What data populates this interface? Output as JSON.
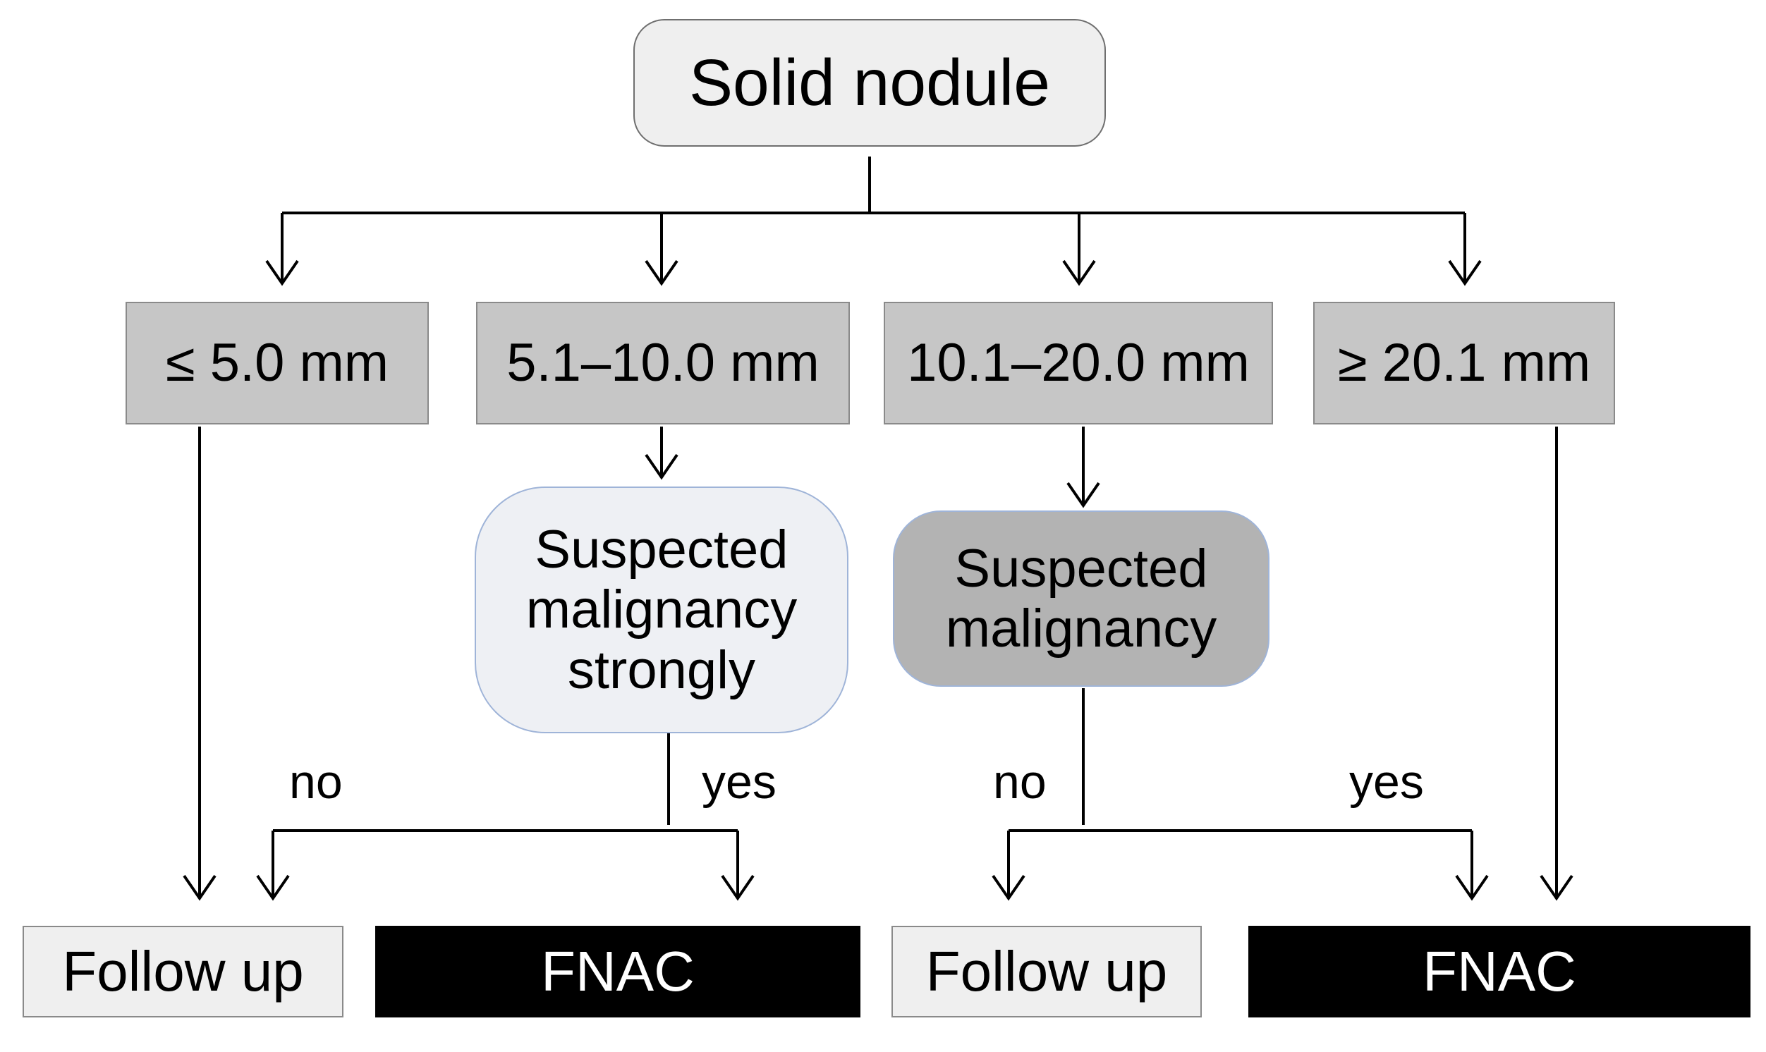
{
  "root": {
    "label": "Solid nodule"
  },
  "size_categories": [
    {
      "label": "≤ 5.0 mm"
    },
    {
      "label": "5.1–10.0 mm"
    },
    {
      "label": "10.1–20.0 mm"
    },
    {
      "label": "≥ 20.1 mm"
    }
  ],
  "decisions": [
    {
      "lines": [
        "Suspected",
        "malignancy",
        "strongly"
      ]
    },
    {
      "lines": [
        "Suspected",
        "malignancy"
      ]
    }
  ],
  "branch_labels": {
    "decision1_no": "no",
    "decision1_yes": "yes",
    "decision2_no": "no",
    "decision2_yes": "yes"
  },
  "outcomes": [
    {
      "label": "Follow up"
    },
    {
      "label": "FNAC"
    },
    {
      "label": "Follow up"
    },
    {
      "label": "FNAC"
    }
  ],
  "colors": {
    "root_fill": "#efefef",
    "size_fill": "#c6c6c6",
    "decision1_fill": "#eef0f4",
    "decision2_fill": "#b3b3b3",
    "decision_border": "#9fb4d8",
    "follow_up_fill": "#efefef",
    "fnac_fill": "#000000",
    "fnac_text": "#ffffff"
  }
}
